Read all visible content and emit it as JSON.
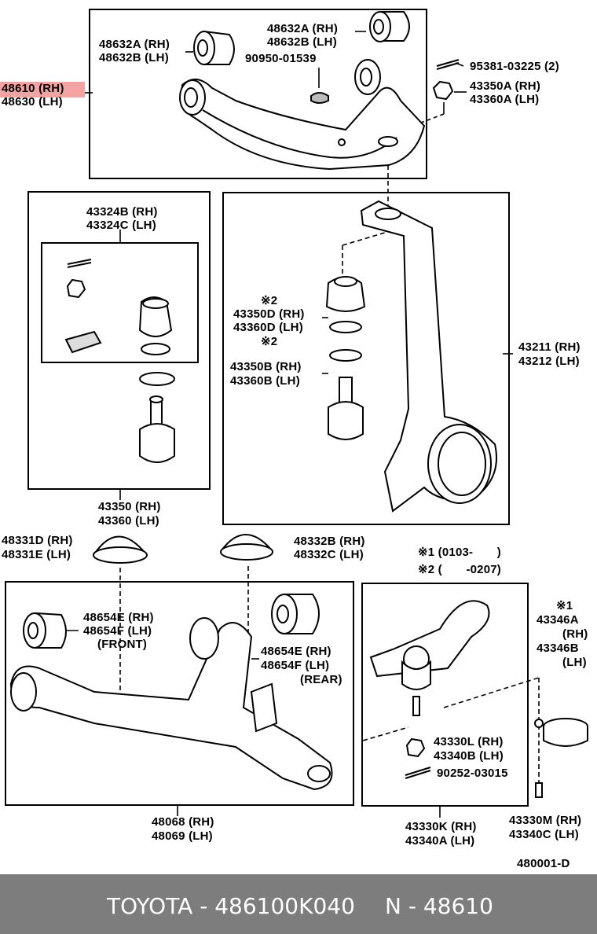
{
  "diagram": {
    "highlighted_part": "48610",
    "upper_arm": {
      "main_rh": "48610 (RH)",
      "main_lh": "48630 (LH)",
      "bushing_a_rh": "48632A (RH)",
      "bushing_b_lh": "48632B (LH)",
      "bushing2_a_rh": "48632A (RH)",
      "bushing2_b_lh": "48632B (LH)",
      "plug": "90950-01539",
      "cotter_pin": "95381-03225 (2)",
      "nut_rh": "43350A (RH)",
      "nut_lh": "43360A (LH)"
    },
    "upper_ball_joint": {
      "kit_rh": "43324B (RH)",
      "kit_lh": "43324C (LH)",
      "joint_rh": "43350 (RH)",
      "joint_lh": "43360 (LH)"
    },
    "knuckle": {
      "note1": "※2",
      "boot_rh": "43350D (RH)",
      "boot_lh": "43360D (LH)",
      "note2": "※2",
      "joint_rh": "43350B (RH)",
      "joint_lh": "43360B (LH)",
      "knuckle_rh": "43211 (RH)",
      "knuckle_lh": "43212 (LH)"
    },
    "bumpers": {
      "left_rh": "48331D (RH)",
      "left_lh": "48331E (LH)",
      "right_rh": "48332B (RH)",
      "right_lh": "48332C (LH)"
    },
    "lower_arm": {
      "front_bush_rh": "48654E (RH)",
      "front_bush_lh": "48654F (LH)",
      "front_note": "(FRONT)",
      "rear_bush_rh": "48654E (RH)",
      "rear_bush_lh": "48654F (LH)",
      "rear_note": "(REAR)",
      "arm_rh": "48068 (RH)",
      "arm_lh": "48069 (LH)"
    },
    "lower_ball_joint": {
      "range1": "※1 (0103-       )",
      "range2": "※2 (       -0207)",
      "shield_note": "※1",
      "shield_rh_code": "43346A",
      "shield_rh_side": "(RH)",
      "shield_lh_code": "43346B",
      "shield_lh_side": "(LH)",
      "nut_rh": "43330L (RH)",
      "nut_lh": "43340B (LH)",
      "pin": "90252-03015",
      "bolt_rh": "43330M (RH)",
      "bolt_lh": "43340C (LH)",
      "joint_rh": "43330K (RH)",
      "joint_lh": "43340A (LH)"
    },
    "figure_code": "480001-D"
  },
  "footer": {
    "brand_part": "TOYOTA - 486100K040",
    "ref": "N - 48610"
  }
}
